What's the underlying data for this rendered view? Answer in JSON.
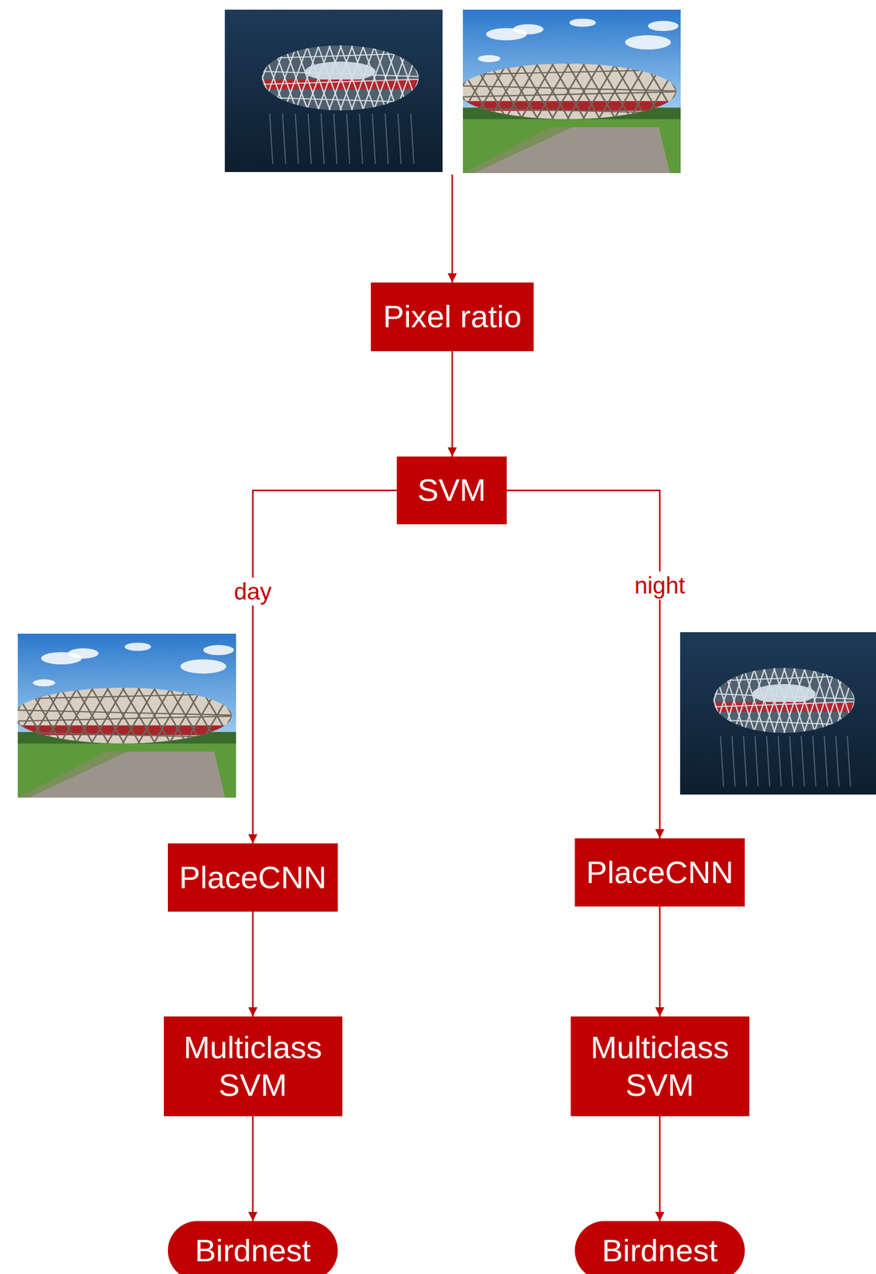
{
  "diagram": {
    "nodes": [
      {
        "text": [
          "Pixel ratio"
        ]
      },
      {
        "text": [
          "SVM"
        ]
      },
      {
        "text": [
          "PlaceCNN"
        ]
      },
      {
        "text": [
          "PlaceCNN"
        ]
      },
      {
        "text": [
          "Multiclass SVM"
        ]
      },
      {
        "text": [
          "Multiclass SVM"
        ]
      },
      {
        "text": [
          "Birdnest"
        ]
      },
      {
        "text": [
          "Birdnest"
        ]
      }
    ],
    "edges": [
      {
        "from": 0,
        "to": 1,
        "arrow": "to"
      },
      {
        "from": 1,
        "to": 2,
        "label": "day",
        "arrow": "to"
      },
      {
        "from": 1,
        "to": 3,
        "label": "night",
        "arrow": "to"
      },
      {
        "from": 2,
        "to": 4,
        "arrow": "to"
      },
      {
        "from": 3,
        "to": 5,
        "arrow": "to"
      },
      {
        "from": 4,
        "to": 6,
        "arrow": "to"
      },
      {
        "from": 5,
        "to": 7,
        "arrow": "to"
      }
    ]
  }
}
